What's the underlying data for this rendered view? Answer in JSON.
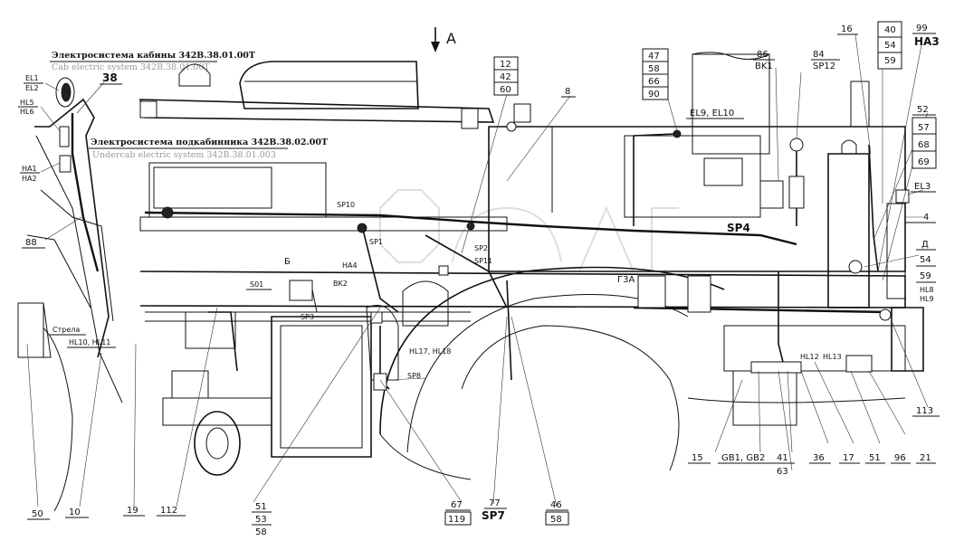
{
  "direction_label": "A",
  "titles": {
    "cab_ru": "Электросистема кабины 342В.38.01.00Т",
    "cab_en": "Cab electric system 342B.38.01.00T",
    "undercab_ru": "Электросистема подкабинника 342В.38.02.00Т",
    "undercab_en": "Undercab electric system 342B.38.01.003"
  },
  "callouts": {
    "n38": "38",
    "el1_el2": [
      "EL1",
      "EL2"
    ],
    "hl5_hl6": [
      "HL5",
      "HL6"
    ],
    "ha1_ha2": [
      "HA1",
      "HA2"
    ],
    "n88": "88",
    "strelka": "Стрела",
    "hl10_hl11": "HL10, HL11",
    "n12_42_60": [
      "12",
      "42",
      "60"
    ],
    "n8": "8",
    "n47_group": [
      "47",
      "58",
      "66",
      "90"
    ],
    "el9_el10": "EL9, EL10",
    "n86_bk1": [
      "86",
      "BK1"
    ],
    "n84_sp12": [
      "84",
      "SP12"
    ],
    "n16": "16",
    "n40_54_59": [
      "40",
      "54",
      "59"
    ],
    "n99_ha3": [
      "99",
      "HA3"
    ],
    "n52": "52",
    "n57_68_69": [
      "57",
      "68",
      "69"
    ],
    "el3": "EL3",
    "n4": "4",
    "d_54_59": [
      "Д",
      "54",
      "59"
    ],
    "hl8_hl9": [
      "HL8",
      "HL9"
    ],
    "sp10": "SP10",
    "sp1": "SP1",
    "sp2": "SP2",
    "sp11": "SP11",
    "sp4": "SP4",
    "sp3": "SP3",
    "sp8": "SP8",
    "s01": "S01",
    "b_letter": "Б",
    "bk2": "BK2",
    "ha4": "HA4",
    "hl17_hl18": "HL17, HL18",
    "g3a": "Г3А",
    "hl12": "HL12",
    "hl13": "HL13",
    "n113": "113",
    "bottom": {
      "n50": "50",
      "n10": "10",
      "n19": "19",
      "n112": "112",
      "n51_53_58": [
        "51",
        "53",
        "58"
      ],
      "n67_119": [
        "67",
        "119"
      ],
      "n77_sp7": [
        "77",
        "SP7"
      ],
      "n46_58": [
        "46",
        "58"
      ],
      "n15": "15",
      "gb1_gb2": "GB1, GB2",
      "n41_63": [
        "41",
        "63"
      ],
      "n36": "36",
      "n17": "17",
      "n51": "51",
      "n96": "96",
      "n21": "21"
    }
  }
}
